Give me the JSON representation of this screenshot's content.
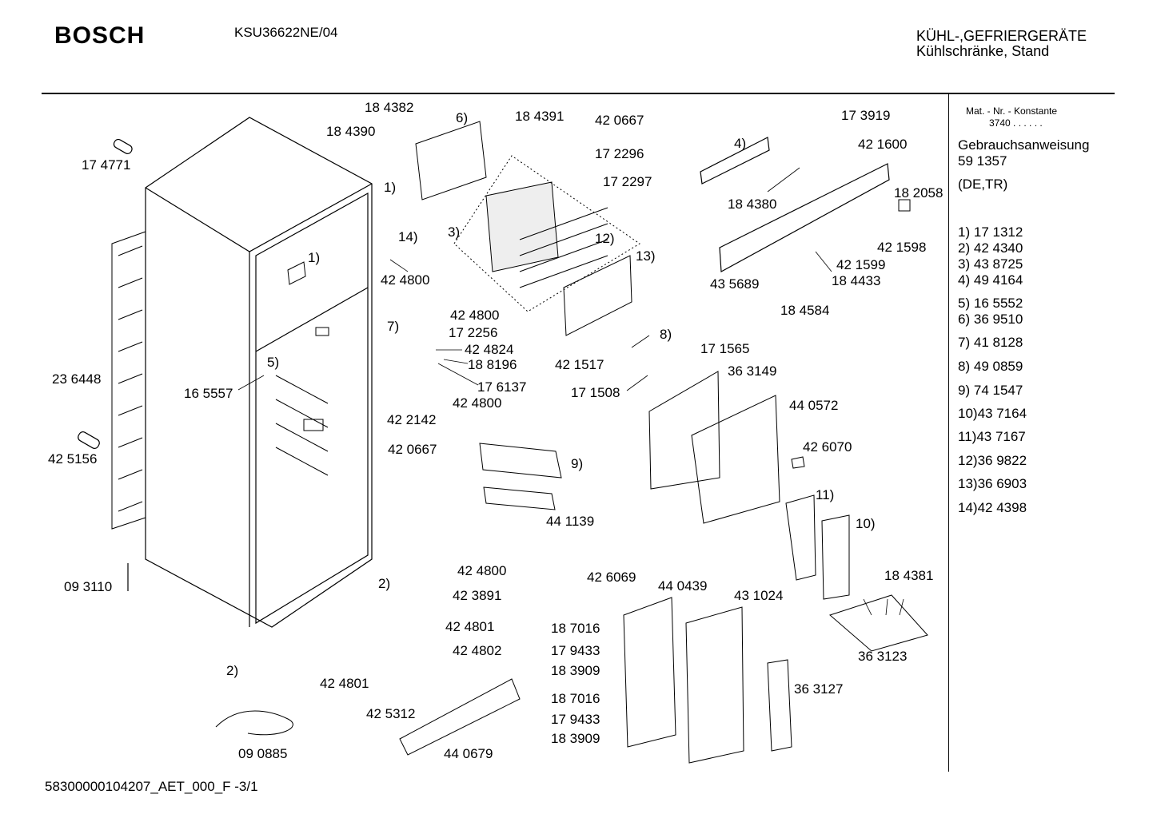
{
  "header": {
    "brand": "BOSCH",
    "model": "KSU36622NE/04",
    "category_line1": "KÜHL-,GEFRIERGERÄTE",
    "category_line2": "Kühlschränke, Stand"
  },
  "sidebar": {
    "mat_label": "Mat. - Nr. - Konstante",
    "mat_value": "3740 . . . . . .",
    "manual_label": "Gebrauchsanweisung",
    "manual_number": "59 1357",
    "languages": "(DE,TR)",
    "kits": [
      {
        "ref": "1)",
        "part": "17 1312"
      },
      {
        "ref": "2)",
        "part": "42 4340"
      },
      {
        "ref": "3)",
        "part": "43 8725"
      },
      {
        "ref": "4)",
        "part": "49 4164"
      },
      {
        "ref": "5)",
        "part": "16 5552"
      },
      {
        "ref": "6)",
        "part": "36 9510"
      },
      {
        "ref": "7)",
        "part": "41 8128"
      },
      {
        "ref": "8)",
        "part": "49 0859"
      },
      {
        "ref": "9)",
        "part": "74 1547"
      },
      {
        "ref": "10)",
        "part": "43 7164"
      },
      {
        "ref": "11)",
        "part": "43 7167"
      },
      {
        "ref": "12)",
        "part": "36 9822"
      },
      {
        "ref": "13)",
        "part": "36 6903"
      },
      {
        "ref": "14)",
        "part": "42 4398"
      }
    ]
  },
  "labels": [
    "17 4771",
    "23 6448",
    "42 5156",
    "09 3110",
    "16 5557",
    "5)",
    "1)",
    "18 4382",
    "18 4390",
    "6)",
    "18 4391",
    "42 0667",
    "17 2296",
    "17 2297",
    "3)",
    "12)",
    "13)",
    "1)",
    "14)",
    "42 4800",
    "4)",
    "17 3919",
    "42 1600",
    "18 4380",
    "18 2058",
    "42 1598",
    "42 1599",
    "18 4433",
    "43 5689",
    "18 4584",
    "42 4800",
    "17 2256",
    "7)",
    "42 4824",
    "18 8196",
    "17 6137",
    "42 4800",
    "42 2142",
    "42 0667",
    "8)",
    "42 1517",
    "17 1565",
    "17 1508",
    "36 3149",
    "44 0572",
    "42 6070",
    "9)",
    "44 1139",
    "11)",
    "10)",
    "18 4381",
    "36 3123",
    "2)",
    "42 4800",
    "42 3891",
    "42 4801",
    "42 4802",
    "2)",
    "42 4801",
    "42 5312",
    "44 0679",
    "09 0885",
    "42 6069",
    "44 0439",
    "43 1024",
    "18 7016",
    "17 9433",
    "18 3909",
    "18 7016",
    "17 9433",
    "18 3909",
    "36 3127"
  ],
  "footer": "58300000104207_AET_000_F  -3/1"
}
